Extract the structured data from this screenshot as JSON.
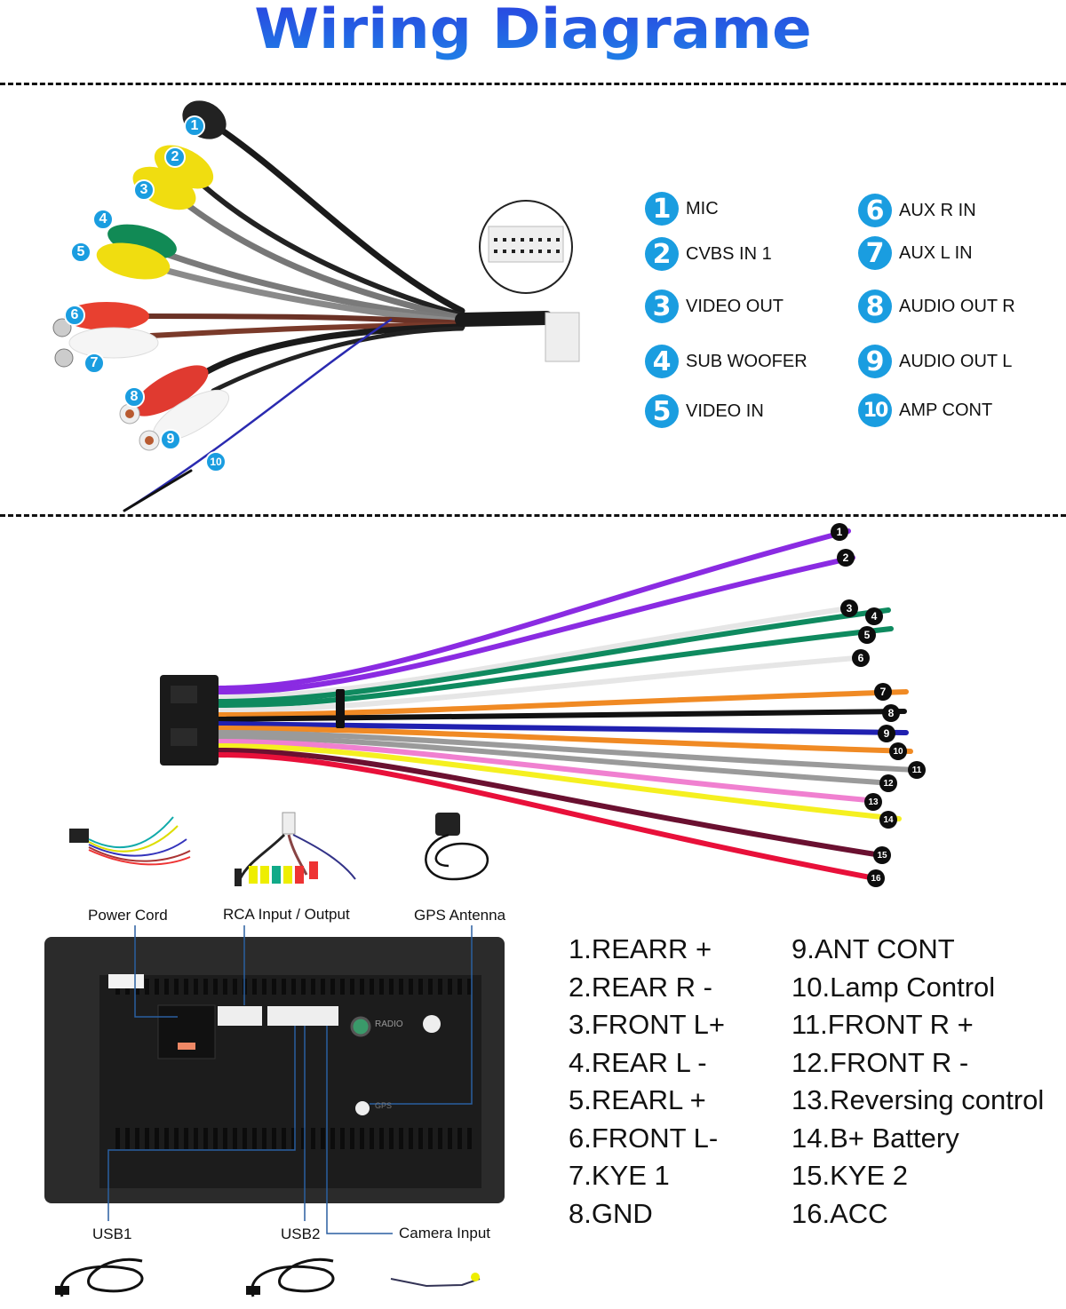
{
  "title": "Wiring Diagrame",
  "rca_harness": {
    "callouts": [
      "1",
      "2",
      "3",
      "4",
      "5",
      "6",
      "7",
      "8",
      "9",
      "10"
    ],
    "legend": [
      {
        "num": "1",
        "label": "MIC"
      },
      {
        "num": "2",
        "label": "CVBS IN 1"
      },
      {
        "num": "3",
        "label": "VIDEO OUT"
      },
      {
        "num": "4",
        "label": "SUB WOOFER"
      },
      {
        "num": "5",
        "label": "VIDEO IN"
      },
      {
        "num": "6",
        "label": "AUX R IN"
      },
      {
        "num": "7",
        "label": "AUX L IN"
      },
      {
        "num": "8",
        "label": "AUDIO OUT R"
      },
      {
        "num": "9",
        "label": "AUDIO OUT L"
      },
      {
        "num": "10",
        "label": "AMP CONT"
      }
    ],
    "badge_color": "#1a9de0"
  },
  "power_harness": {
    "wires": [
      {
        "num": "1",
        "color": "#8a2be2"
      },
      {
        "num": "2",
        "color": "#8a2be2"
      },
      {
        "num": "3",
        "color": "#f2f2f2"
      },
      {
        "num": "4",
        "color": "#0f8a5f"
      },
      {
        "num": "5",
        "color": "#0f8a5f"
      },
      {
        "num": "6",
        "color": "#f2f2f2"
      },
      {
        "num": "7",
        "color": "#f08a24"
      },
      {
        "num": "8",
        "color": "#111111"
      },
      {
        "num": "9",
        "color": "#2020b0"
      },
      {
        "num": "10",
        "color": "#f08a24"
      },
      {
        "num": "11",
        "color": "#9a9a9a"
      },
      {
        "num": "12",
        "color": "#9a9a9a"
      },
      {
        "num": "13",
        "color": "#f080d0"
      },
      {
        "num": "14",
        "color": "#f5f020"
      },
      {
        "num": "15",
        "color": "#6a1030"
      },
      {
        "num": "16",
        "color": "#e8103a"
      }
    ]
  },
  "accessories": {
    "top_labels": [
      "Power Cord",
      "RCA Input / Output",
      "GPS Antenna"
    ],
    "bottom_labels": [
      "USB1",
      "USB2",
      "Camera Input"
    ],
    "radio_label": "RADIO",
    "gps_label": "GPS"
  },
  "pin_functions": {
    "left": [
      "1.REARR +",
      "2.REAR R -",
      "3.FRONT L+",
      "4.REAR L -",
      "5.REARL +",
      "6.FRONT L-",
      "7.KYE 1",
      "8.GND"
    ],
    "right": [
      "9.ANT CONT",
      "10.Lamp Control",
      "11.FRONT R +",
      "12.FRONT R -",
      "13.Reversing control",
      "14.B+ Battery",
      "15.KYE 2",
      "16.ACC"
    ]
  }
}
